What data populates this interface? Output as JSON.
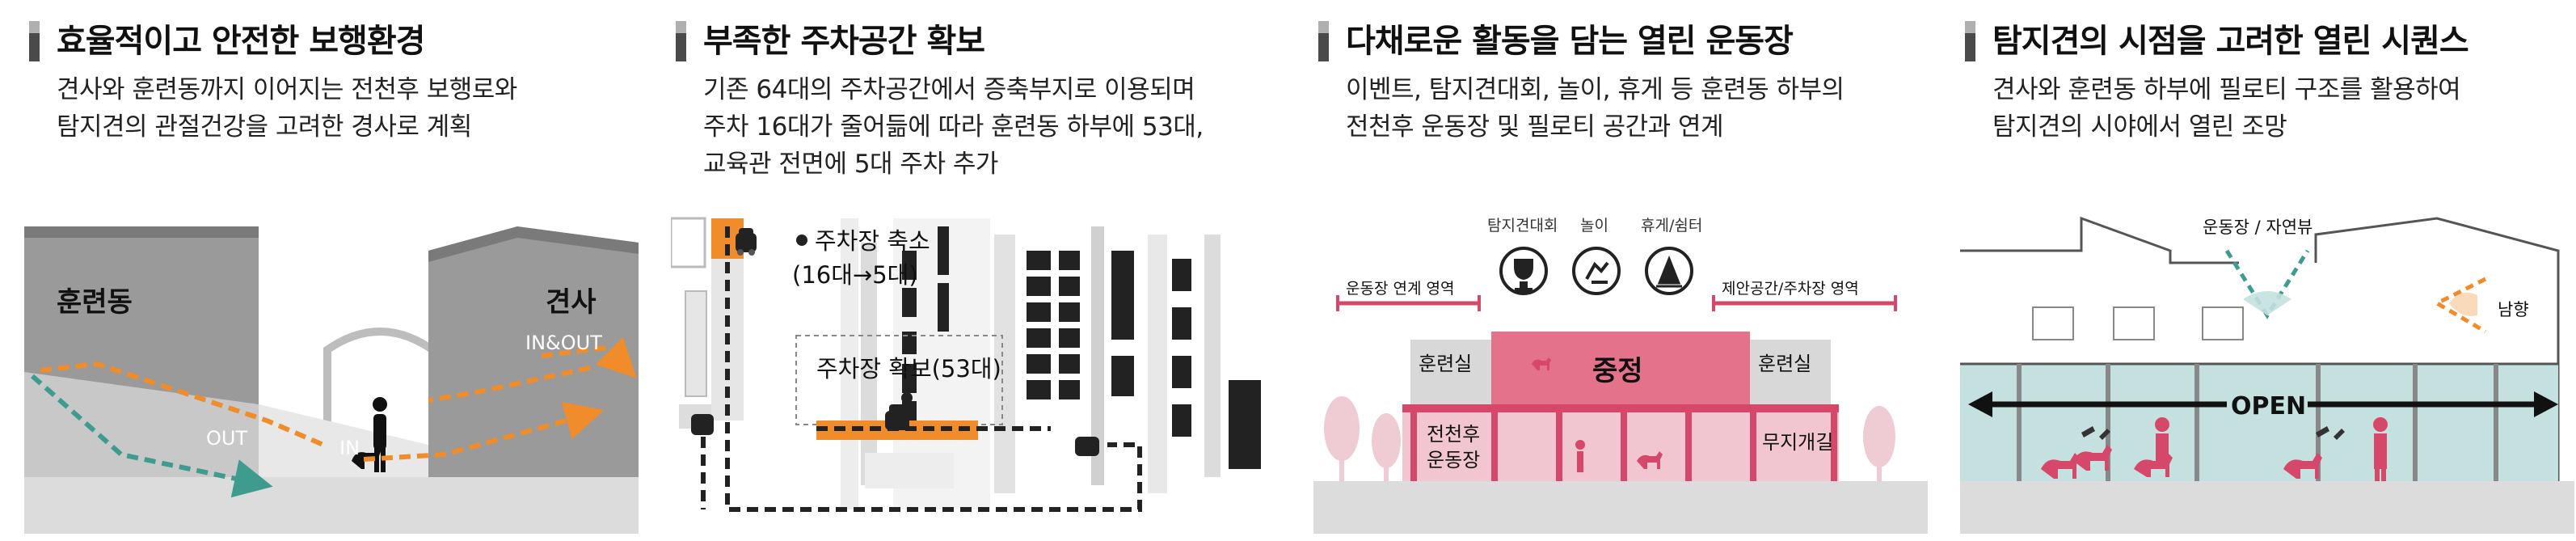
{
  "panels": [
    {
      "title": "효율적이고 안전한 보행환경",
      "desc": [
        "견사와 훈련동까지 이어지는 전천후 보행로와",
        "탐지견의 관절건강을 고려한 경사로 계획"
      ],
      "labels": {
        "building_left": "훈련동",
        "building_right": "견사",
        "in_out": "IN&OUT",
        "out": "OUT",
        "in": "IN"
      }
    },
    {
      "title": "부족한 주차공간 확보",
      "desc": [
        "기존 64대의 주차공간에서 증축부지로 이용되며",
        "주차 16대가 줄어듦에 따라 훈련동 하부에 53대,",
        "교육관 전면에 5대 주차 추가"
      ],
      "labels": {
        "reduce_title": "주차장 축소",
        "reduce_detail": "(16대→5대)",
        "secure": "주차장 확보(53대)"
      }
    },
    {
      "title": "다채로운 활동을 담는 열린 운동장",
      "desc": [
        "이벤트, 탐지견대회, 놀이, 휴게 등 훈련동 하부의",
        "전천후 운동장 및 필로티 공간과 연계"
      ],
      "labels": {
        "zone_left": "운동장 연계 영역",
        "zone_right": "제안공간/주차장 영역",
        "icon1": "탐지견대회",
        "icon2": "놀이",
        "icon3": "휴게/쉼터",
        "center": "중정",
        "room_left": "훈련실",
        "room_right": "훈련실",
        "ground1": "전천후",
        "ground2": "운동장",
        "free": "무지개길"
      }
    },
    {
      "title": "탐지견의 시점을 고려한 열린 시퀀스",
      "desc": [
        "견사와 훈련동 하부에 필로티 구조를 활용하여",
        "탐지견의 시야에서 열린 조망"
      ],
      "labels": {
        "view": "운동장 / 자연뷰",
        "south": "남향",
        "open": "OPEN"
      }
    }
  ],
  "colors": {
    "orange": "#f08c2a",
    "teal": "#3e9c8f",
    "pink": "#d5486a",
    "dark": "#222222",
    "gray": "#d5d5d5"
  }
}
